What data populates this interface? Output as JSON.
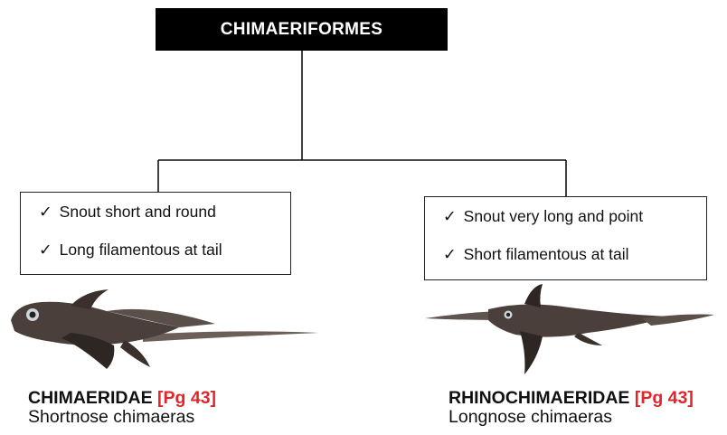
{
  "order": {
    "name": "CHIMAERIFORMES"
  },
  "branches": [
    {
      "traits": [
        "Snout short and round",
        "Long filamentous at tail"
      ],
      "family": "CHIMAERIDAE",
      "page_ref": "[Pg 43]",
      "common_name": "Shortnose chimaeras"
    },
    {
      "traits": [
        "Snout very long and point",
        "Short filamentous at tail"
      ],
      "family": "RHINOCHIMAERIDAE",
      "page_ref": "[Pg 43]",
      "common_name": "Longnose chimaeras"
    }
  ],
  "check_mark": "✓",
  "colors": {
    "title_bg": "#000000",
    "title_text": "#ffffff",
    "page_ref": "#e0262a",
    "fish_body": "#4a3f3b"
  }
}
